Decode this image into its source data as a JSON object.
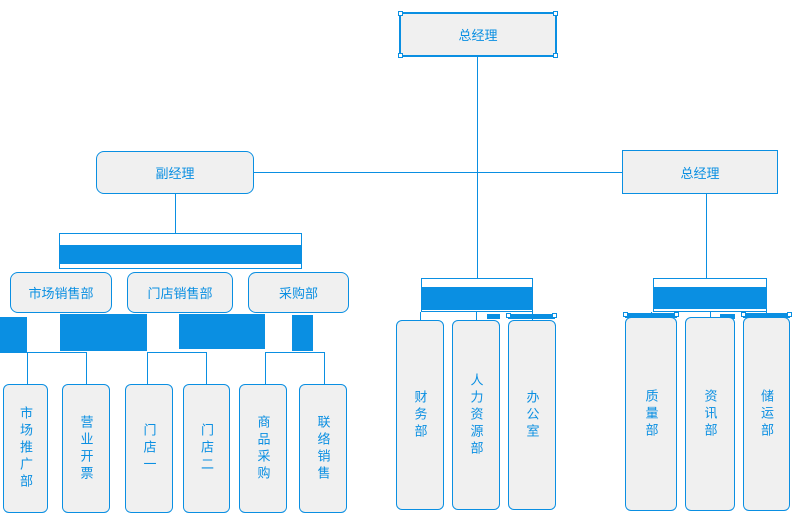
{
  "colors": {
    "accent": "#0a8fe2",
    "box_fill": "#f0f0f0",
    "canvas_bg": "#ffffff"
  },
  "org": {
    "root": {
      "label": "总经理"
    },
    "deputy": {
      "label": "副经理"
    },
    "right_gm": {
      "label": "总经理"
    },
    "left_depts": [
      {
        "label": "市场销售部"
      },
      {
        "label": "门店销售部"
      },
      {
        "label": "采购部"
      }
    ],
    "left_subs": [
      {
        "label": "市场推广部"
      },
      {
        "label": "营业开票"
      },
      {
        "label": "门店一"
      },
      {
        "label": "门店二"
      },
      {
        "label": "商品采购"
      },
      {
        "label": "联络销售"
      }
    ],
    "mid_depts": [
      {
        "label": "财务部"
      },
      {
        "label": "人力资源部"
      },
      {
        "label": "办公室"
      }
    ],
    "right_depts": [
      {
        "label": "质量部"
      },
      {
        "label": "资讯部"
      },
      {
        "label": "储运部"
      }
    ]
  }
}
